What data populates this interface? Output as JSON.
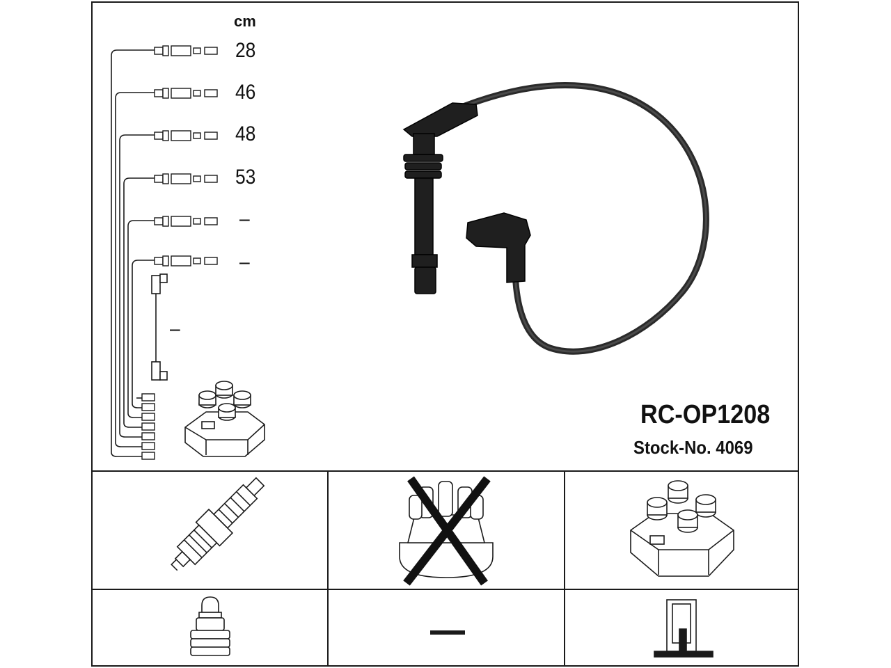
{
  "header": {
    "unit": "cm"
  },
  "cables": [
    {
      "length": "28"
    },
    {
      "length": "46"
    },
    {
      "length": "48"
    },
    {
      "length": "53"
    },
    {
      "length": "–"
    },
    {
      "length": "–"
    }
  ],
  "coil_cable": {
    "length": "–"
  },
  "product": {
    "part_number": "RC-OP1208",
    "stock_label": "Stock-No. 4069"
  },
  "compatibility": {
    "distributor_cap_marker": "X",
    "spark_plug_end_value": "–"
  },
  "colors": {
    "ink": "#1a1a1a",
    "cable": "#222222",
    "background": "#ffffff"
  }
}
